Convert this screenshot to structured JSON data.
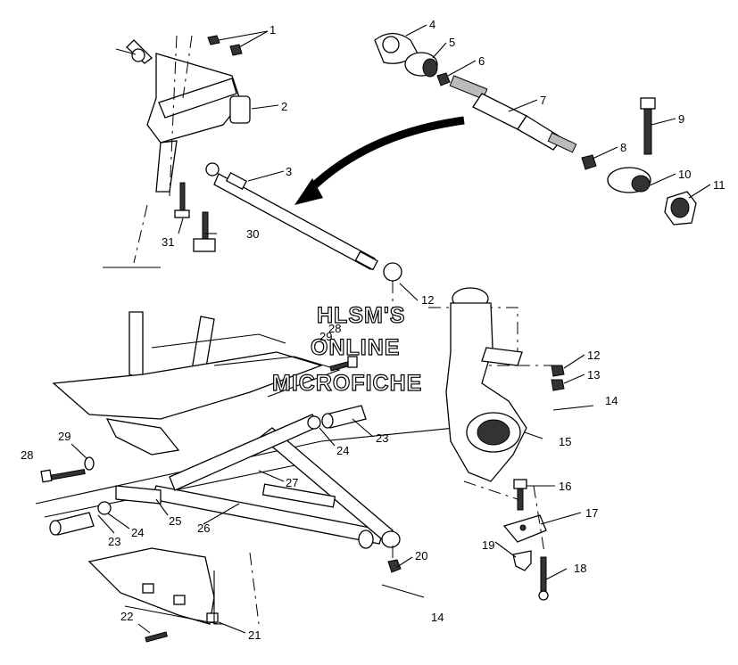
{
  "callouts": [
    {
      "id": "1",
      "label": "1"
    },
    {
      "id": "2",
      "label": "2"
    },
    {
      "id": "3",
      "label": "3"
    },
    {
      "id": "4",
      "label": "4"
    },
    {
      "id": "5",
      "label": "5"
    },
    {
      "id": "6",
      "label": "6"
    },
    {
      "id": "7",
      "label": "7"
    },
    {
      "id": "8",
      "label": "8"
    },
    {
      "id": "9",
      "label": "9"
    },
    {
      "id": "10",
      "label": "10"
    },
    {
      "id": "11",
      "label": "11"
    },
    {
      "id": "12a",
      "label": "12"
    },
    {
      "id": "12b",
      "label": "12"
    },
    {
      "id": "13",
      "label": "13"
    },
    {
      "id": "14a",
      "label": "14"
    },
    {
      "id": "14b",
      "label": "14"
    },
    {
      "id": "15",
      "label": "15"
    },
    {
      "id": "16",
      "label": "16"
    },
    {
      "id": "17",
      "label": "17"
    },
    {
      "id": "18",
      "label": "18"
    },
    {
      "id": "19",
      "label": "19"
    },
    {
      "id": "20",
      "label": "20"
    },
    {
      "id": "21",
      "label": "21"
    },
    {
      "id": "22",
      "label": "22"
    },
    {
      "id": "23a",
      "label": "23"
    },
    {
      "id": "23b",
      "label": "23"
    },
    {
      "id": "24a",
      "label": "24"
    },
    {
      "id": "24b",
      "label": "24"
    },
    {
      "id": "25",
      "label": "25"
    },
    {
      "id": "26",
      "label": "26"
    },
    {
      "id": "27",
      "label": "27"
    },
    {
      "id": "28a",
      "label": "28"
    },
    {
      "id": "28b",
      "label": "28"
    },
    {
      "id": "29a",
      "label": "29"
    },
    {
      "id": "29b",
      "label": "29"
    },
    {
      "id": "30",
      "label": "30"
    },
    {
      "id": "31",
      "label": "31"
    }
  ],
  "watermark": {
    "line1": "HLSM'S",
    "line2": "ONLINE",
    "line3": "MICROFICHE"
  }
}
